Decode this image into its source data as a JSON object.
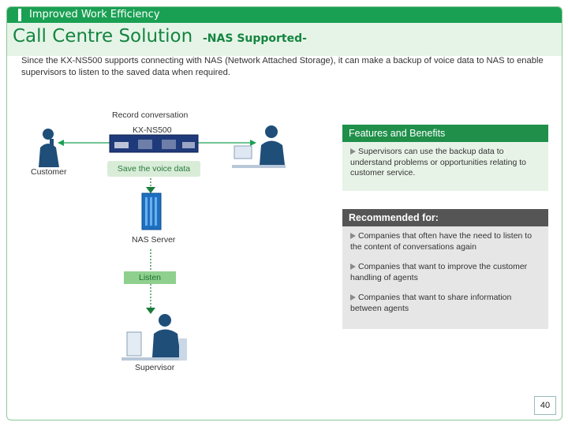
{
  "header": {
    "section_label": "Improved Work Efficiency",
    "title": "Call Centre Solution",
    "subtitle": "-NAS Supported-"
  },
  "intro": {
    "text": "Since the KX-NS500 supports connecting with NAS (Network Attached Storage), it can make a backup of voice data to NAS to enable supervisors to listen to the saved data when required."
  },
  "diagram": {
    "record_label": "Record conversation",
    "device_label": "KX-NS500",
    "customer_label": "Customer",
    "save_label": "Save the voice data",
    "nas_label": "NAS Server",
    "listen_label": "Listen",
    "supervisor_label": "Supervisor"
  },
  "features": {
    "heading": "Features and Benefits",
    "items": [
      "Supervisors can use the backup data to understand problems or opportunities relating to customer service."
    ]
  },
  "recommended": {
    "heading": "Recommended for:",
    "items": [
      "Companies that often have the need to listen to the content of conversations again",
      "Companies that want to improve the customer handling of agents",
      "Companies that want to share information between agents"
    ]
  },
  "footer": {
    "page_number": "40"
  },
  "colors": {
    "brand_green": "#1aa053",
    "title_green": "#14853f",
    "features_header": "#1f8f4a",
    "recommended_header": "#555555"
  }
}
